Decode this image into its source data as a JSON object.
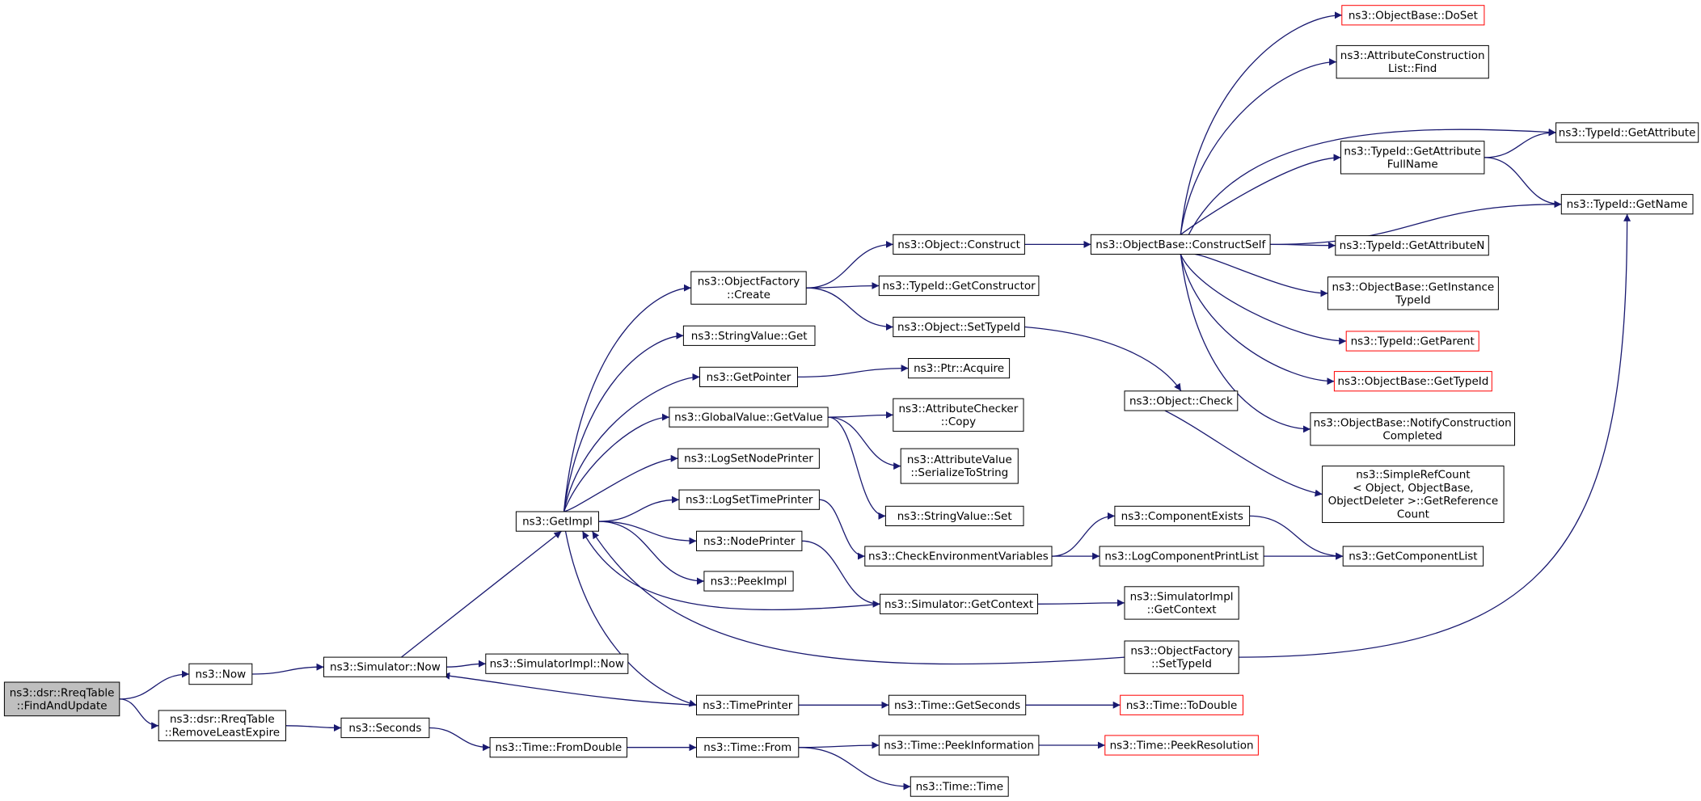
{
  "colors": {
    "edge": "#191970",
    "node_border": "#000000",
    "node_border_truncated": "#ff0000",
    "node_fill": "#ffffff",
    "node_fill_root": "#bfbfbf"
  },
  "nodes": [
    {
      "id": "findAndUpdate",
      "lines": [
        "ns3::dsr::RreqTable",
        "::FindAndUpdate"
      ],
      "style": "root"
    },
    {
      "id": "now",
      "lines": [
        "ns3::Now"
      ],
      "style": "normal"
    },
    {
      "id": "removeLeastExpire",
      "lines": [
        "ns3::dsr::RreqTable",
        "::RemoveLeastExpire"
      ],
      "style": "normal"
    },
    {
      "id": "simNow",
      "lines": [
        "ns3::Simulator::Now"
      ],
      "style": "normal"
    },
    {
      "id": "seconds",
      "lines": [
        "ns3::Seconds"
      ],
      "style": "normal"
    },
    {
      "id": "getImpl",
      "lines": [
        "ns3::GetImpl"
      ],
      "style": "normal"
    },
    {
      "id": "simImplNow",
      "lines": [
        "ns3::SimulatorImpl::Now"
      ],
      "style": "normal"
    },
    {
      "id": "fromDouble",
      "lines": [
        "ns3::Time::FromDouble"
      ],
      "style": "normal"
    },
    {
      "id": "objFactoryCreate",
      "lines": [
        "ns3::ObjectFactory",
        "::Create"
      ],
      "style": "normal"
    },
    {
      "id": "stringValueGet",
      "lines": [
        "ns3::StringValue::Get"
      ],
      "style": "normal"
    },
    {
      "id": "getPointer",
      "lines": [
        "ns3::GetPointer"
      ],
      "style": "normal"
    },
    {
      "id": "globalValueGetValue",
      "lines": [
        "ns3::GlobalValue::GetValue"
      ],
      "style": "normal"
    },
    {
      "id": "logSetNodePrinter",
      "lines": [
        "ns3::LogSetNodePrinter"
      ],
      "style": "normal"
    },
    {
      "id": "logSetTimePrinter",
      "lines": [
        "ns3::LogSetTimePrinter"
      ],
      "style": "normal"
    },
    {
      "id": "nodePrinter",
      "lines": [
        "ns3::NodePrinter"
      ],
      "style": "normal"
    },
    {
      "id": "peekImpl",
      "lines": [
        "ns3::PeekImpl"
      ],
      "style": "normal"
    },
    {
      "id": "timePrinter",
      "lines": [
        "ns3::TimePrinter"
      ],
      "style": "normal"
    },
    {
      "id": "timeFrom",
      "lines": [
        "ns3::Time::From"
      ],
      "style": "normal"
    },
    {
      "id": "objectConstruct",
      "lines": [
        "ns3::Object::Construct"
      ],
      "style": "normal"
    },
    {
      "id": "typeIdGetConstructor",
      "lines": [
        "ns3::TypeId::GetConstructor"
      ],
      "style": "normal"
    },
    {
      "id": "objectSetTypeId",
      "lines": [
        "ns3::Object::SetTypeId"
      ],
      "style": "normal"
    },
    {
      "id": "ptrAcquire",
      "lines": [
        "ns3::Ptr::Acquire"
      ],
      "style": "normal"
    },
    {
      "id": "attrCheckerCopy",
      "lines": [
        "ns3::AttributeChecker",
        "::Copy"
      ],
      "style": "normal"
    },
    {
      "id": "attrValueSerialize",
      "lines": [
        "ns3::AttributeValue",
        "::SerializeToString"
      ],
      "style": "normal"
    },
    {
      "id": "stringValueSet",
      "lines": [
        "ns3::StringValue::Set"
      ],
      "style": "normal"
    },
    {
      "id": "checkEnvVars",
      "lines": [
        "ns3::CheckEnvironmentVariables"
      ],
      "style": "normal"
    },
    {
      "id": "simGetContext",
      "lines": [
        "ns3::Simulator::GetContext"
      ],
      "style": "normal"
    },
    {
      "id": "timeGetSeconds",
      "lines": [
        "ns3::Time::GetSeconds"
      ],
      "style": "normal"
    },
    {
      "id": "timePeekInformation",
      "lines": [
        "ns3::Time::PeekInformation"
      ],
      "style": "normal"
    },
    {
      "id": "timeTime",
      "lines": [
        "ns3::Time::Time"
      ],
      "style": "normal"
    },
    {
      "id": "objBaseConstructSelf",
      "lines": [
        "ns3::ObjectBase::ConstructSelf"
      ],
      "style": "normal"
    },
    {
      "id": "objectCheck",
      "lines": [
        "ns3::Object::Check"
      ],
      "style": "normal"
    },
    {
      "id": "componentExists",
      "lines": [
        "ns3::ComponentExists"
      ],
      "style": "normal"
    },
    {
      "id": "logComponentPrintList",
      "lines": [
        "ns3::LogComponentPrintList"
      ],
      "style": "normal"
    },
    {
      "id": "simImplGetContext",
      "lines": [
        "ns3::SimulatorImpl",
        "::GetContext"
      ],
      "style": "normal"
    },
    {
      "id": "objFactorySetTypeId",
      "lines": [
        "ns3::ObjectFactory",
        "::SetTypeId"
      ],
      "style": "normal"
    },
    {
      "id": "timeToDouble",
      "lines": [
        "ns3::Time::ToDouble"
      ],
      "style": "truncated"
    },
    {
      "id": "timePeekResolution",
      "lines": [
        "ns3::Time::PeekResolution"
      ],
      "style": "truncated"
    },
    {
      "id": "objBaseDoSet",
      "lines": [
        "ns3::ObjectBase::DoSet"
      ],
      "style": "truncated"
    },
    {
      "id": "attrConstrListFind",
      "lines": [
        "ns3::AttributeConstruction",
        "List::Find"
      ],
      "style": "normal"
    },
    {
      "id": "typeIdGetAttrFullName",
      "lines": [
        "ns3::TypeId::GetAttribute",
        "FullName"
      ],
      "style": "normal"
    },
    {
      "id": "typeIdGetAttributeN",
      "lines": [
        "ns3::TypeId::GetAttributeN"
      ],
      "style": "normal"
    },
    {
      "id": "objBaseGetInstanceTypeId",
      "lines": [
        "ns3::ObjectBase::GetInstance",
        "TypeId"
      ],
      "style": "normal"
    },
    {
      "id": "typeIdGetParent",
      "lines": [
        "ns3::TypeId::GetParent"
      ],
      "style": "truncated"
    },
    {
      "id": "objBaseGetTypeId",
      "lines": [
        "ns3::ObjectBase::GetTypeId"
      ],
      "style": "truncated"
    },
    {
      "id": "objBaseNotifyConstructionCompleted",
      "lines": [
        "ns3::ObjectBase::NotifyConstruction",
        "Completed"
      ],
      "style": "normal"
    },
    {
      "id": "simpleRefCountGetRefCount",
      "lines": [
        "ns3::SimpleRefCount",
        "< Object, ObjectBase,",
        " ObjectDeleter >::GetReference",
        "Count"
      ],
      "style": "normal"
    },
    {
      "id": "getComponentList",
      "lines": [
        "ns3::GetComponentList"
      ],
      "style": "normal"
    },
    {
      "id": "typeIdGetAttribute",
      "lines": [
        "ns3::TypeId::GetAttribute"
      ],
      "style": "normal"
    },
    {
      "id": "typeIdGetName",
      "lines": [
        "ns3::TypeId::GetName"
      ],
      "style": "normal"
    }
  ],
  "edges": [
    [
      "findAndUpdate",
      "now"
    ],
    [
      "findAndUpdate",
      "removeLeastExpire"
    ],
    [
      "now",
      "simNow"
    ],
    [
      "simNow",
      "getImpl"
    ],
    [
      "simNow",
      "simImplNow"
    ],
    [
      "removeLeastExpire",
      "seconds"
    ],
    [
      "seconds",
      "fromDouble"
    ],
    [
      "fromDouble",
      "timeFrom"
    ],
    [
      "getImpl",
      "objFactoryCreate"
    ],
    [
      "getImpl",
      "stringValueGet"
    ],
    [
      "getImpl",
      "getPointer"
    ],
    [
      "getImpl",
      "globalValueGetValue"
    ],
    [
      "getImpl",
      "logSetNodePrinter"
    ],
    [
      "getImpl",
      "logSetTimePrinter"
    ],
    [
      "getImpl",
      "nodePrinter"
    ],
    [
      "getImpl",
      "peekImpl"
    ],
    [
      "getImpl",
      "timePrinter"
    ],
    [
      "objFactoryCreate",
      "objectConstruct"
    ],
    [
      "objFactoryCreate",
      "typeIdGetConstructor"
    ],
    [
      "objFactoryCreate",
      "objectSetTypeId"
    ],
    [
      "getPointer",
      "ptrAcquire"
    ],
    [
      "globalValueGetValue",
      "attrCheckerCopy"
    ],
    [
      "globalValueGetValue",
      "attrValueSerialize"
    ],
    [
      "globalValueGetValue",
      "stringValueSet"
    ],
    [
      "logSetTimePrinter",
      "checkEnvVars"
    ],
    [
      "nodePrinter",
      "simGetContext"
    ],
    [
      "simGetContext",
      "getImpl"
    ],
    [
      "simGetContext",
      "simImplGetContext"
    ],
    [
      "objFactorySetTypeId",
      "getImpl"
    ],
    [
      "timePrinter",
      "simNow"
    ],
    [
      "timePrinter",
      "timeGetSeconds"
    ],
    [
      "timeGetSeconds",
      "timeToDouble"
    ],
    [
      "timeFrom",
      "timePeekInformation"
    ],
    [
      "timeFrom",
      "timeTime"
    ],
    [
      "timePeekInformation",
      "timePeekResolution"
    ],
    [
      "objectConstruct",
      "objBaseConstructSelf"
    ],
    [
      "objectSetTypeId",
      "objectCheck"
    ],
    [
      "objectCheck",
      "simpleRefCountGetRefCount"
    ],
    [
      "checkEnvVars",
      "componentExists"
    ],
    [
      "checkEnvVars",
      "logComponentPrintList"
    ],
    [
      "componentExists",
      "getComponentList"
    ],
    [
      "logComponentPrintList",
      "getComponentList"
    ],
    [
      "objBaseConstructSelf",
      "objBaseDoSet"
    ],
    [
      "objBaseConstructSelf",
      "attrConstrListFind"
    ],
    [
      "objBaseConstructSelf",
      "typeIdGetAttribute"
    ],
    [
      "objBaseConstructSelf",
      "typeIdGetAttrFullName"
    ],
    [
      "objBaseConstructSelf",
      "typeIdGetName"
    ],
    [
      "objBaseConstructSelf",
      "typeIdGetAttributeN"
    ],
    [
      "objBaseConstructSelf",
      "objBaseGetInstanceTypeId"
    ],
    [
      "objBaseConstructSelf",
      "typeIdGetParent"
    ],
    [
      "objBaseConstructSelf",
      "objBaseGetTypeId"
    ],
    [
      "objBaseConstructSelf",
      "objBaseNotifyConstructionCompleted"
    ],
    [
      "typeIdGetAttrFullName",
      "typeIdGetAttribute"
    ],
    [
      "typeIdGetAttrFullName",
      "typeIdGetName"
    ],
    [
      "objFactorySetTypeId",
      "typeIdGetName"
    ]
  ]
}
